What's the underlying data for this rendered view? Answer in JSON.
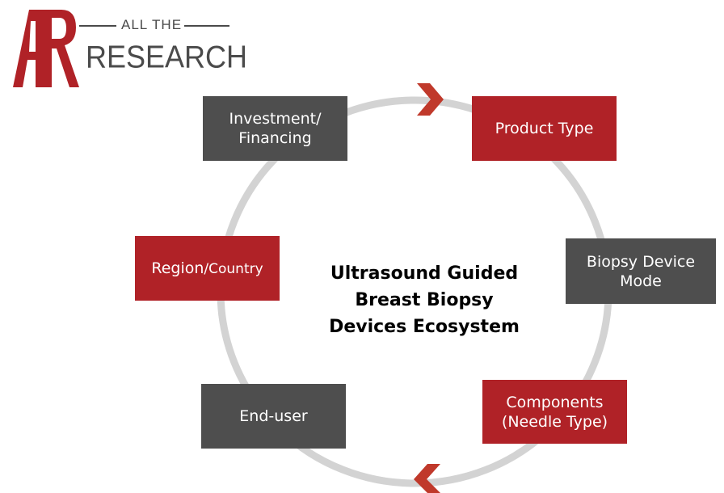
{
  "logo": {
    "mark": "AR",
    "line1": "ALL THE",
    "line2": "RESEARCH",
    "colors": {
      "mark": "#b02227",
      "text": "#4b4b4b"
    }
  },
  "center_title": {
    "lines": [
      "Ultrasound Guided",
      "Breast Biopsy",
      "Devices Ecosystem"
    ]
  },
  "nodes": {
    "investment": {
      "line1": "Investment/",
      "line2": "Financing",
      "color": "#4e4e4e"
    },
    "product": {
      "label": "Product Type",
      "color": "#b02227"
    },
    "region": {
      "main": "Region",
      "suffix": "/Country",
      "color": "#b02227"
    },
    "biopsy": {
      "line1": "Biopsy Device",
      "line2": "Mode",
      "color": "#4e4e4e"
    },
    "enduser": {
      "label": "End-user",
      "color": "#4e4e4e"
    },
    "components": {
      "line1": "Components",
      "line2": "(Needle Type)",
      "color": "#b02227"
    }
  },
  "cycle": {
    "ring_color": "#d3d3d3",
    "arrow_color": "#c0392b",
    "arrows": [
      "arrow-top-right",
      "arrow-bottom-left"
    ]
  }
}
